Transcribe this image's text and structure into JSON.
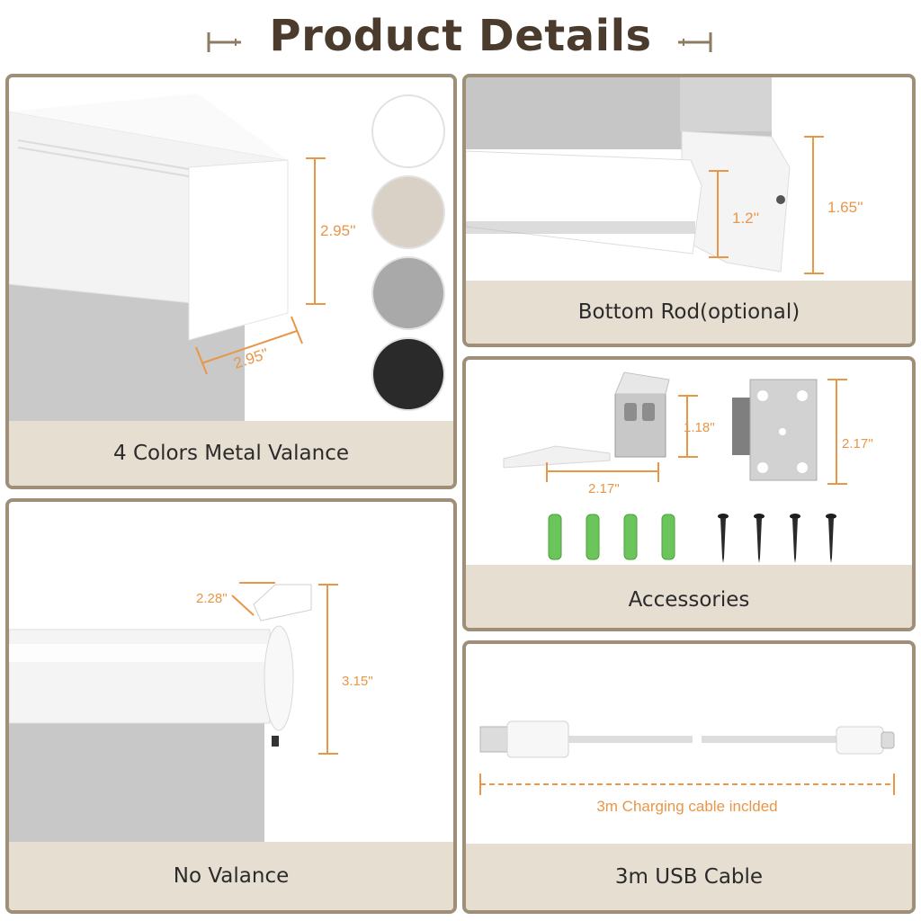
{
  "header": {
    "title": "Product Details"
  },
  "panels": {
    "valance": {
      "caption": "4 Colors Metal Valance",
      "height_label": "2.95''",
      "depth_label": "2.95''",
      "swatches": [
        {
          "name": "white",
          "color": "#ffffff"
        },
        {
          "name": "beige",
          "color": "#d9d1c5"
        },
        {
          "name": "gray",
          "color": "#a9a9a9"
        },
        {
          "name": "black",
          "color": "#2a2a2a"
        }
      ]
    },
    "bottom_rod": {
      "caption": "Bottom Rod(optional)",
      "small_label": "1.2''",
      "large_label": "1.65''"
    },
    "accessories": {
      "caption": "Accessories",
      "bracket_height_label": "1.18''",
      "bracket_width_label": "2.17''",
      "plate_height_label": "2.17''",
      "anchor_count": 4,
      "screw_count": 4
    },
    "no_valance": {
      "caption": "No Valance",
      "bracket_label": "2.28''",
      "height_label": "3.15''"
    },
    "usb_cable": {
      "caption": "3m USB Cable",
      "cable_label": "3m Charging cable inclded"
    }
  },
  "colors": {
    "frame": "#a08f78",
    "caption_bg": "#e7ded2",
    "title": "#4a3b2c",
    "dimension": "#e89648"
  }
}
